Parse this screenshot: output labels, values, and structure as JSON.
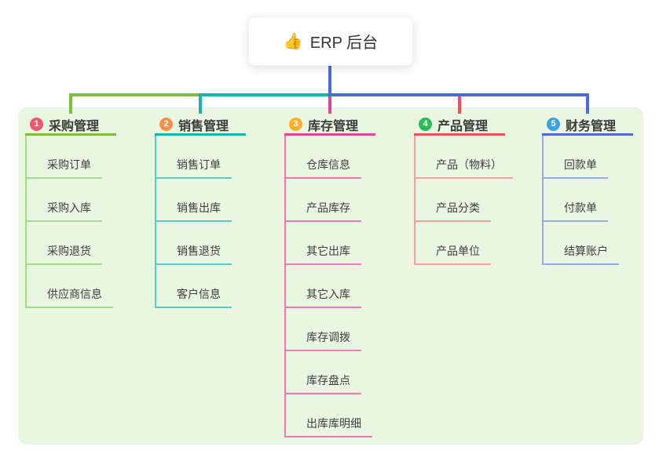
{
  "root": {
    "icon": "👍",
    "label": "ERP 后台",
    "line_color": "#4a6bd9"
  },
  "colors": {
    "panel_bg": "#e9f6e2",
    "card_bg": "#ffffff",
    "title_text": "#3a3a3a",
    "child_text": "#3e3e3e"
  },
  "branches": [
    {
      "index": "1",
      "title": "采购管理",
      "badge_color": "#f0566b",
      "line_color": "#7cbf3f",
      "child_line_color": "#a9d78e",
      "children": [
        "采购订单",
        "采购入库",
        "采购退货",
        "供应商信息"
      ]
    },
    {
      "index": "2",
      "title": "销售管理",
      "badge_color": "#ff8f48",
      "line_color": "#17b5ac",
      "child_line_color": "#5ec9c2",
      "children": [
        "销售订单",
        "销售出库",
        "销售退货",
        "客户信息"
      ]
    },
    {
      "index": "3",
      "title": "库存管理",
      "badge_color": "#ffb02a",
      "line_color": "#e8439a",
      "child_line_color": "#f07ab8",
      "children": [
        "仓库信息",
        "产品库存",
        "其它出库",
        "其它入库",
        "库存调拨",
        "库存盘点",
        "出库库明细"
      ]
    },
    {
      "index": "4",
      "title": "产品管理",
      "badge_color": "#2dba58",
      "line_color": "#f25058",
      "child_line_color": "#f8a09e",
      "children": [
        "产品（物料）",
        "产品分类",
        "产品单位"
      ]
    },
    {
      "index": "5",
      "title": "财务管理",
      "badge_color": "#3ba2e0",
      "line_color": "#4a6bd9",
      "child_line_color": "#97abdf",
      "children": [
        "回款单",
        "付款单",
        "结算账户"
      ]
    }
  ]
}
